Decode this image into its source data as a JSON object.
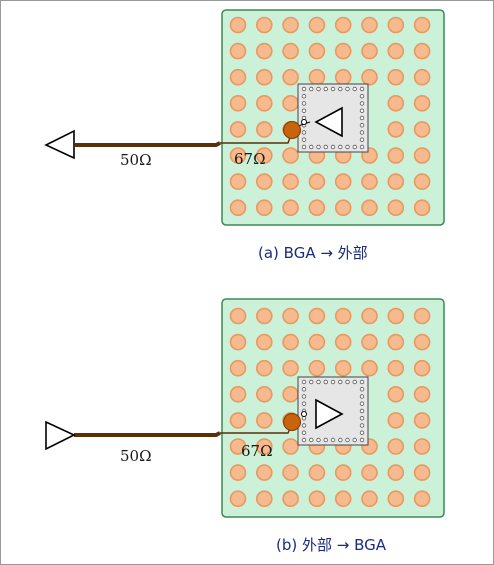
{
  "colors": {
    "board_fill": "#cbf2d8",
    "board_stroke": "#3a8a55",
    "ball_fill": "#f6ba8e",
    "ball_stroke": "#e89860",
    "highlight_ball": "#c8640c",
    "trace": "#5a300a",
    "chip_fill": "#e6e6e6",
    "caption_color": "#1a2a80"
  },
  "figures": [
    {
      "id": "a",
      "trace_impedance": "50Ω",
      "package_impedance": "67Ω",
      "caption": "(a) BGA → 外部",
      "direction": "outward"
    },
    {
      "id": "b",
      "trace_impedance": "50Ω",
      "package_impedance": "67Ω",
      "caption": "(b) 外部 → BGA",
      "direction": "inward"
    }
  ]
}
